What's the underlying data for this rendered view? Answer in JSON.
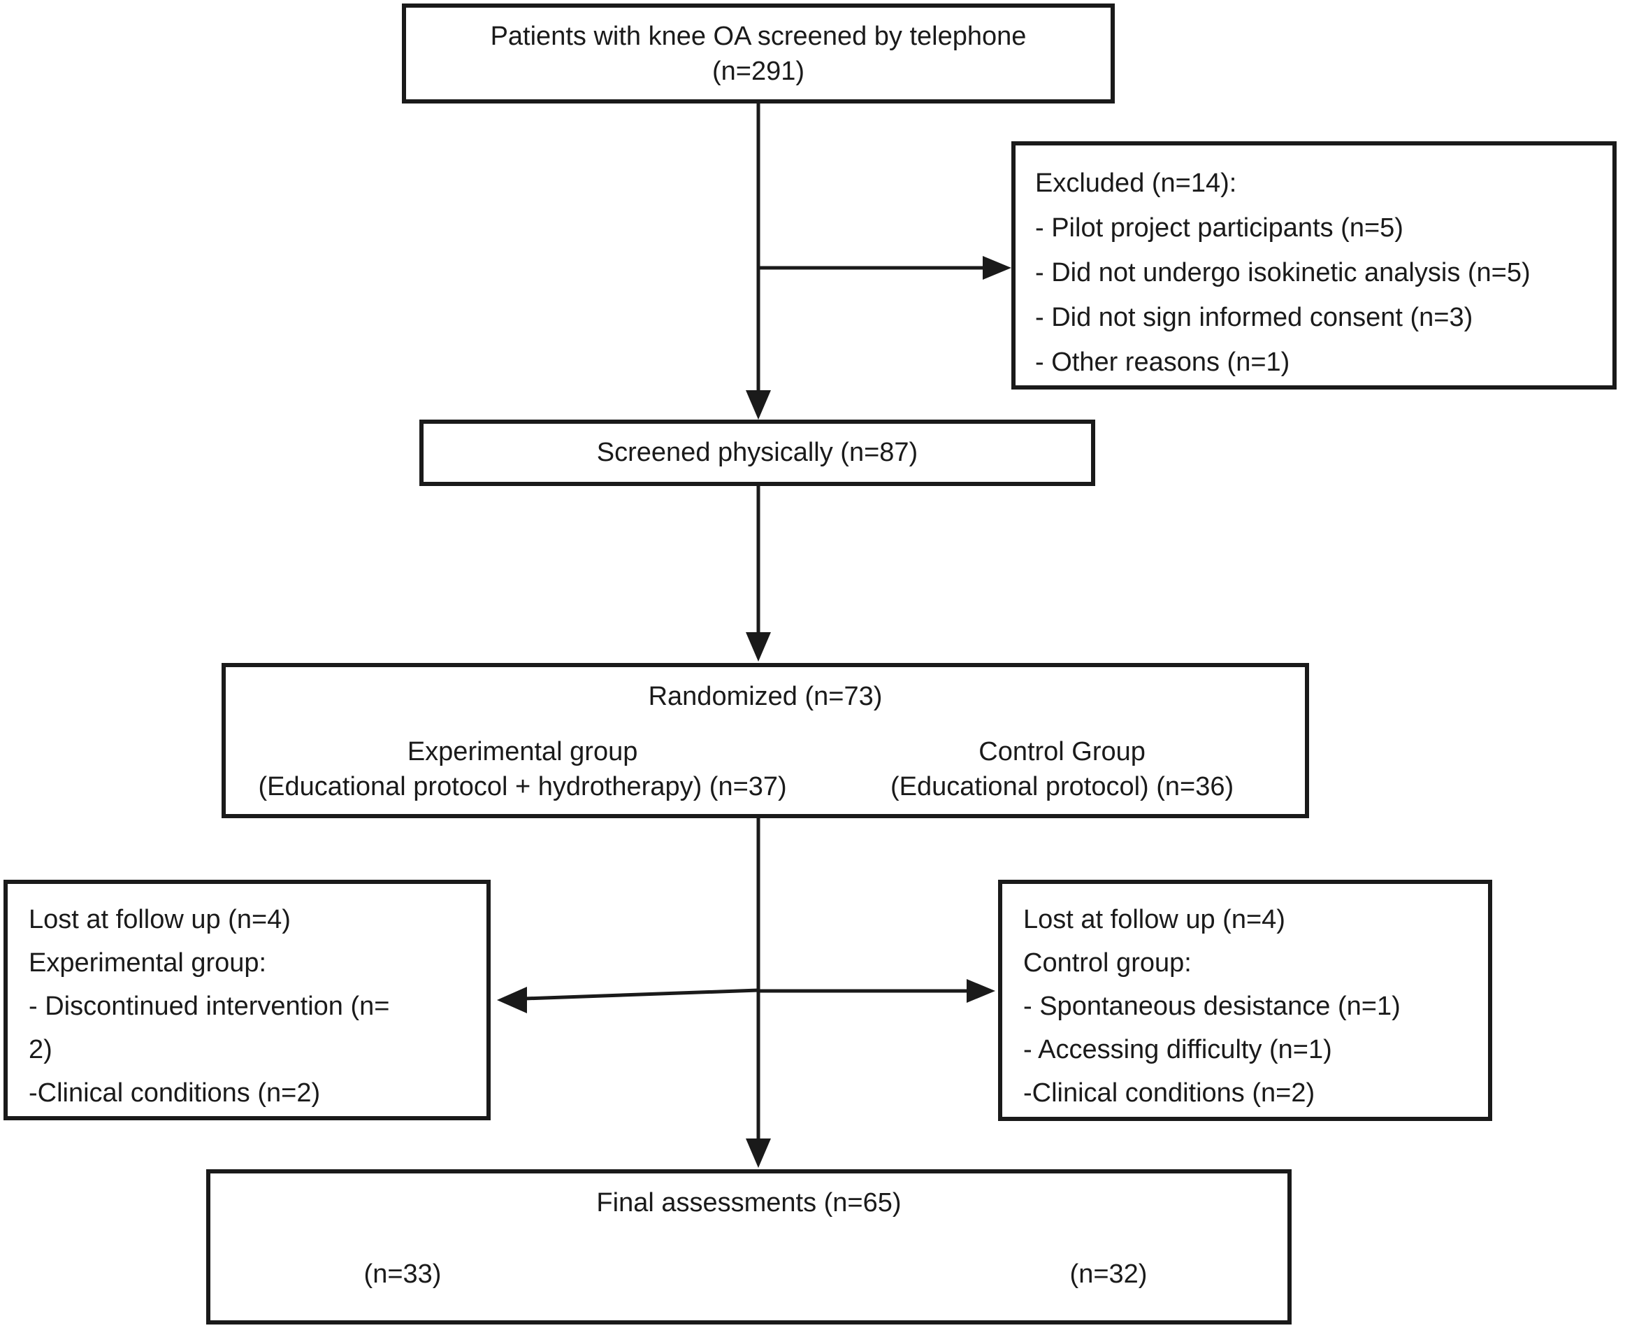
{
  "page": {
    "background_color": "#ffffff",
    "ink_color": "#1a1a1a"
  },
  "flowchart": {
    "telephone_screening_box": {
      "line1": "Patients with knee OA screened by telephone",
      "line2": "(n=291)"
    },
    "excluded_box": {
      "title": "Excluded (n=14):",
      "items": [
        "- Pilot project participants (n=5)",
        "- Did not undergo isokinetic analysis (n=5)",
        "- Did not sign informed consent (n=3)",
        "- Other reasons (n=1)"
      ]
    },
    "physical_screening_box": {
      "label": "Screened physically (n=87)"
    },
    "randomized_box": {
      "title": "Randomized (n=73)",
      "experimental_group": {
        "name": "Experimental group",
        "detail": "(Educational protocol + hydrotherapy) (n=37)"
      },
      "control_group": {
        "name": "Control Group",
        "detail": "(Educational protocol) (n=36)"
      }
    },
    "lost_followup_experimental_box": {
      "lines": [
        "Lost at follow up (n=4)",
        "Experimental group:",
        "- Discontinued intervention (n=",
        "2)",
        "-Clinical conditions (n=2)"
      ]
    },
    "lost_followup_control_box": {
      "lines": [
        "Lost at follow up (n=4)",
        "Control group:",
        "- Spontaneous desistance (n=1)",
        "- Accessing difficulty (n=1)",
        "-Clinical conditions (n=2)"
      ]
    },
    "final_assessment_box": {
      "title": "Final assessments (n=65)",
      "experimental_n": "(n=33)",
      "control_n": "(n=32)"
    }
  }
}
